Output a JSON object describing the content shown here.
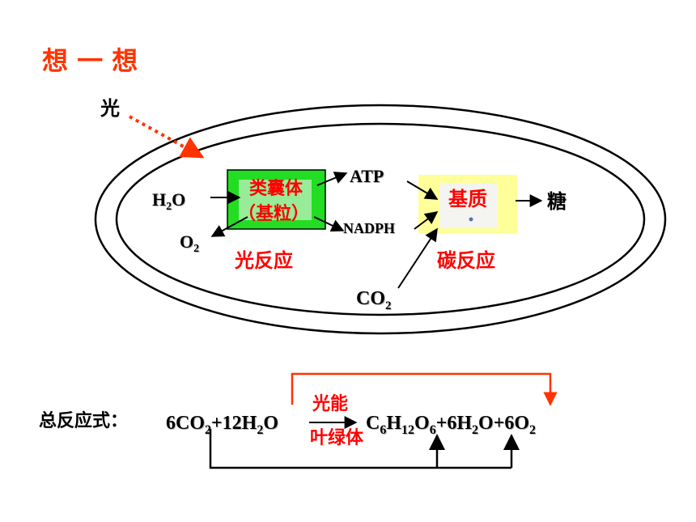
{
  "heading": "想 一 想",
  "light_label": "光",
  "thylakoid": {
    "line1": "类囊体",
    "line2": "（基粒）"
  },
  "stroma_label": "基质",
  "light_reaction_label": "光反应",
  "carbon_reaction_label": "碳反应",
  "sugar_label": "糖",
  "molecules": {
    "h2o": {
      "base": "H",
      "sub": "2",
      "tail": "O"
    },
    "o2": {
      "base": "O",
      "sub": "2"
    },
    "atp": "ATP",
    "nadph": "NADPH",
    "co2": {
      "base": "CO",
      "sub": "2"
    }
  },
  "equation": {
    "prefix": "总反应式：",
    "reactants": [
      {
        "t": "6CO"
      },
      {
        "t": "2",
        "sub": true
      },
      {
        "t": "+12H"
      },
      {
        "t": "2",
        "sub": true
      },
      {
        "t": "O"
      }
    ],
    "condition_top": "光能",
    "condition_bottom": "叶绿体",
    "products": [
      {
        "t": "C"
      },
      {
        "t": "6",
        "sub": true
      },
      {
        "t": "H"
      },
      {
        "t": "12",
        "sub": true
      },
      {
        "t": "O"
      },
      {
        "t": "6",
        "sub": true
      },
      {
        "t": "+6H"
      },
      {
        "t": "2",
        "sub": true
      },
      {
        "t": "O+6O"
      },
      {
        "t": "2",
        "sub": true
      }
    ]
  },
  "colors": {
    "accent_red": "#ff3300",
    "label_red": "#ff0000",
    "thylakoid_green": "#22dd22",
    "stroma_yellow": "#ffff99",
    "ink": "#000000",
    "arrow_orange": "#ff3300"
  }
}
